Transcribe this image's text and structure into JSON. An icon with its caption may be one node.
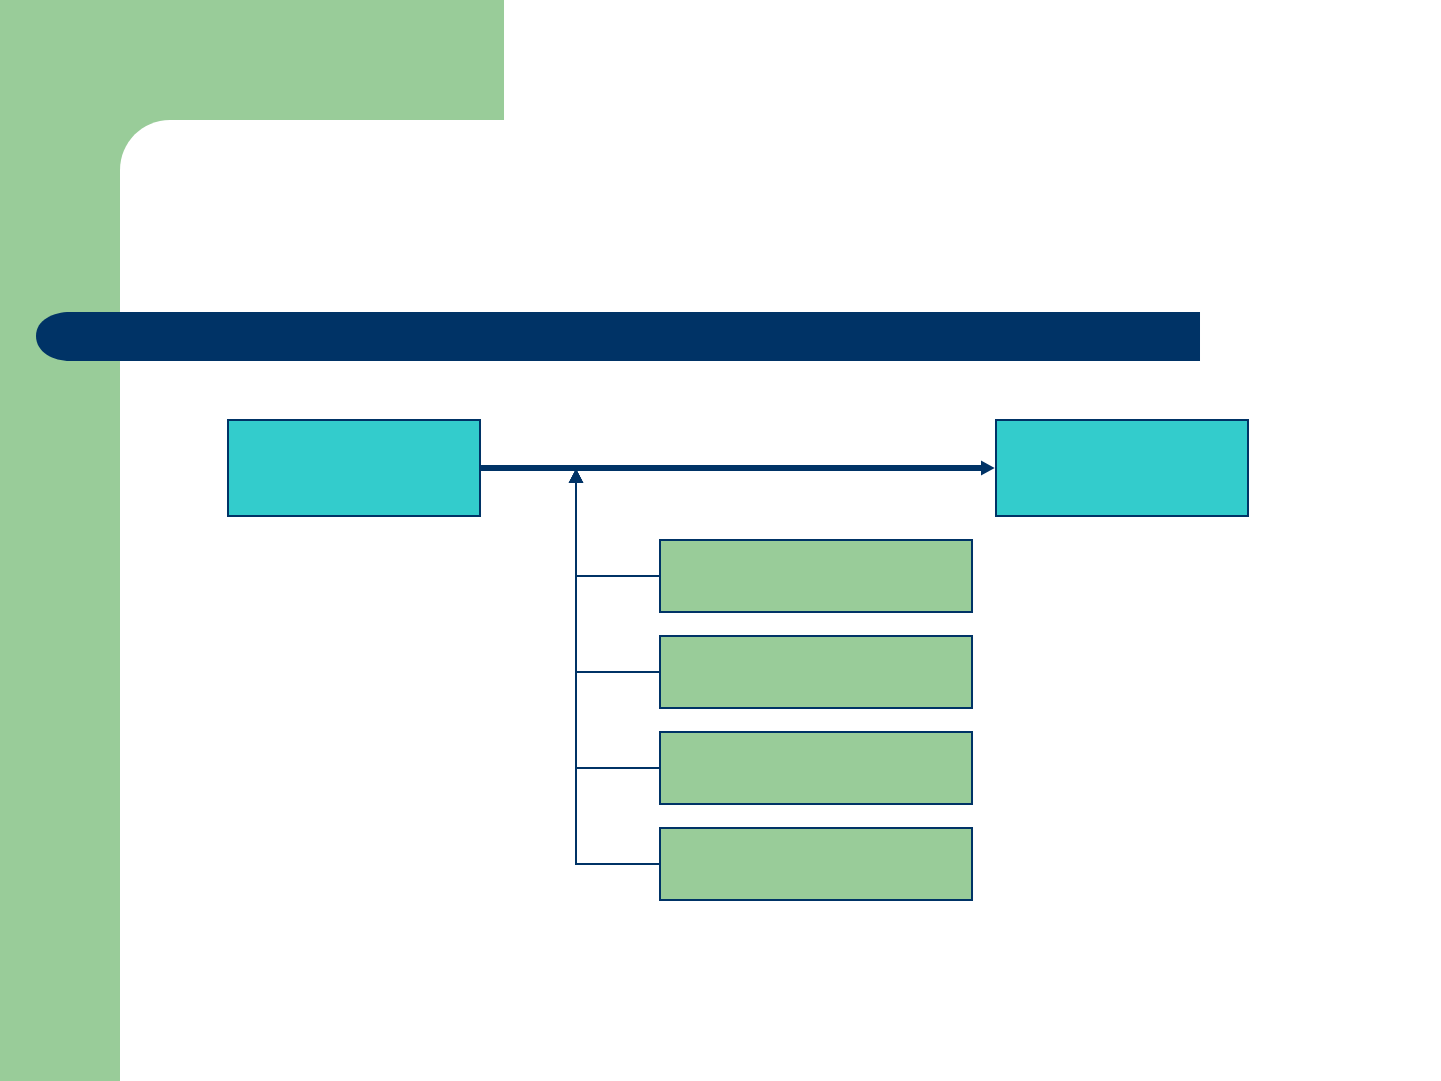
{
  "diagram": {
    "nodes": [
      {
        "text": [],
        "shape": "box"
      },
      {
        "text": [],
        "shape": "box"
      },
      {
        "text": [],
        "shape": "box"
      },
      {
        "text": [],
        "shape": "box"
      },
      {
        "text": [],
        "shape": "box"
      },
      {
        "text": [],
        "shape": "box"
      }
    ],
    "edges": [
      {
        "from": 0,
        "to": 1,
        "arrow": "to",
        "style": "thick"
      },
      {
        "from": 2,
        "to": null,
        "arrow": "to"
      },
      {
        "from": 3,
        "to": null,
        "arrow": "to"
      },
      {
        "from": 4,
        "to": null,
        "arrow": "to"
      },
      {
        "from": 5,
        "to": null,
        "arrow": "to"
      }
    ]
  }
}
